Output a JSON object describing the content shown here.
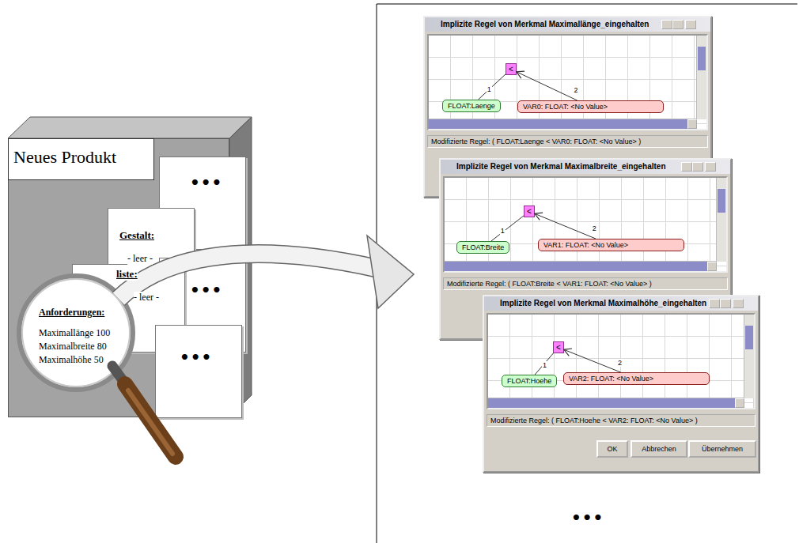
{
  "diagram": {
    "nodes": [
      {
        "text": [
          "Neues Produkt"
        ]
      },
      {
        "text": [
          "•••"
        ],
        "in": 0
      },
      {
        "text": [
          "Gestalt:",
          "- leer -"
        ],
        "in": 0
      },
      {
        "text": [
          "•••"
        ],
        "in": 0
      },
      {
        "text": [
          "liste:",
          "- leer -"
        ],
        "in": 0
      },
      {
        "text": [
          "•••"
        ],
        "in": 0
      },
      {
        "text": [
          "Anforderungen:",
          "Maximallänge 100 Maximalbreite 80 Maximalhöhe 50"
        ],
        "in": 0
      },
      {
        "text": [
          "Implizite Regel von Merkmal Maximallänge_eingehalten",
          "Modifizierte Regel: ( FLOAT:Laenge < VAR0: FLOAT: <No Value> )"
        ]
      },
      {
        "text": [
          "<"
        ],
        "in": 7
      },
      {
        "text": [
          "FLOAT:Laenge"
        ],
        "in": 7
      },
      {
        "text": [
          "VAR0: FLOAT: <No Value>"
        ],
        "in": 7
      },
      {
        "text": [
          "Implizite Regel von Merkmal Maximalbreite_eingehalten",
          "Modifizierte Regel: ( FLOAT:Breite < VAR1: FLOAT: <No Value> )"
        ]
      },
      {
        "text": [
          "<"
        ],
        "in": 11
      },
      {
        "text": [
          "FLOAT:Breite"
        ],
        "in": 11
      },
      {
        "text": [
          "VAR1: FLOAT: <No Value>"
        ],
        "in": 11
      },
      {
        "text": [
          "Implizite Regel von Merkmal Maximalhöhe_eingehalten",
          "Modifizierte Regel: ( FLOAT:Hoehe < VAR2: FLOAT: <No Value> )"
        ]
      },
      {
        "text": [
          "<"
        ],
        "in": 15
      },
      {
        "text": [
          "FLOAT:Hoehe"
        ],
        "in": 15
      },
      {
        "text": [
          "VAR2: FLOAT: <No Value>"
        ],
        "in": 15
      },
      {
        "text": [
          "OK"
        ],
        "in": 15
      },
      {
        "text": [
          "Abbrechen"
        ],
        "in": 15
      },
      {
        "text": [
          "Übernehmen"
        ],
        "in": 15
      }
    ],
    "edges": [
      {
        "from": 9,
        "to": 8,
        "arrow": "none",
        "label": "1"
      },
      {
        "from": 10,
        "to": 8,
        "arrow": "to",
        "label": "2"
      },
      {
        "from": 13,
        "to": 12,
        "arrow": "none",
        "label": "1"
      },
      {
        "from": 14,
        "to": 12,
        "arrow": "to",
        "label": "2"
      },
      {
        "from": 17,
        "to": 16,
        "arrow": "none",
        "label": "1"
      },
      {
        "from": 18,
        "to": 16,
        "arrow": "to",
        "label": "2"
      }
    ],
    "labels": [
      "•••"
    ]
  }
}
